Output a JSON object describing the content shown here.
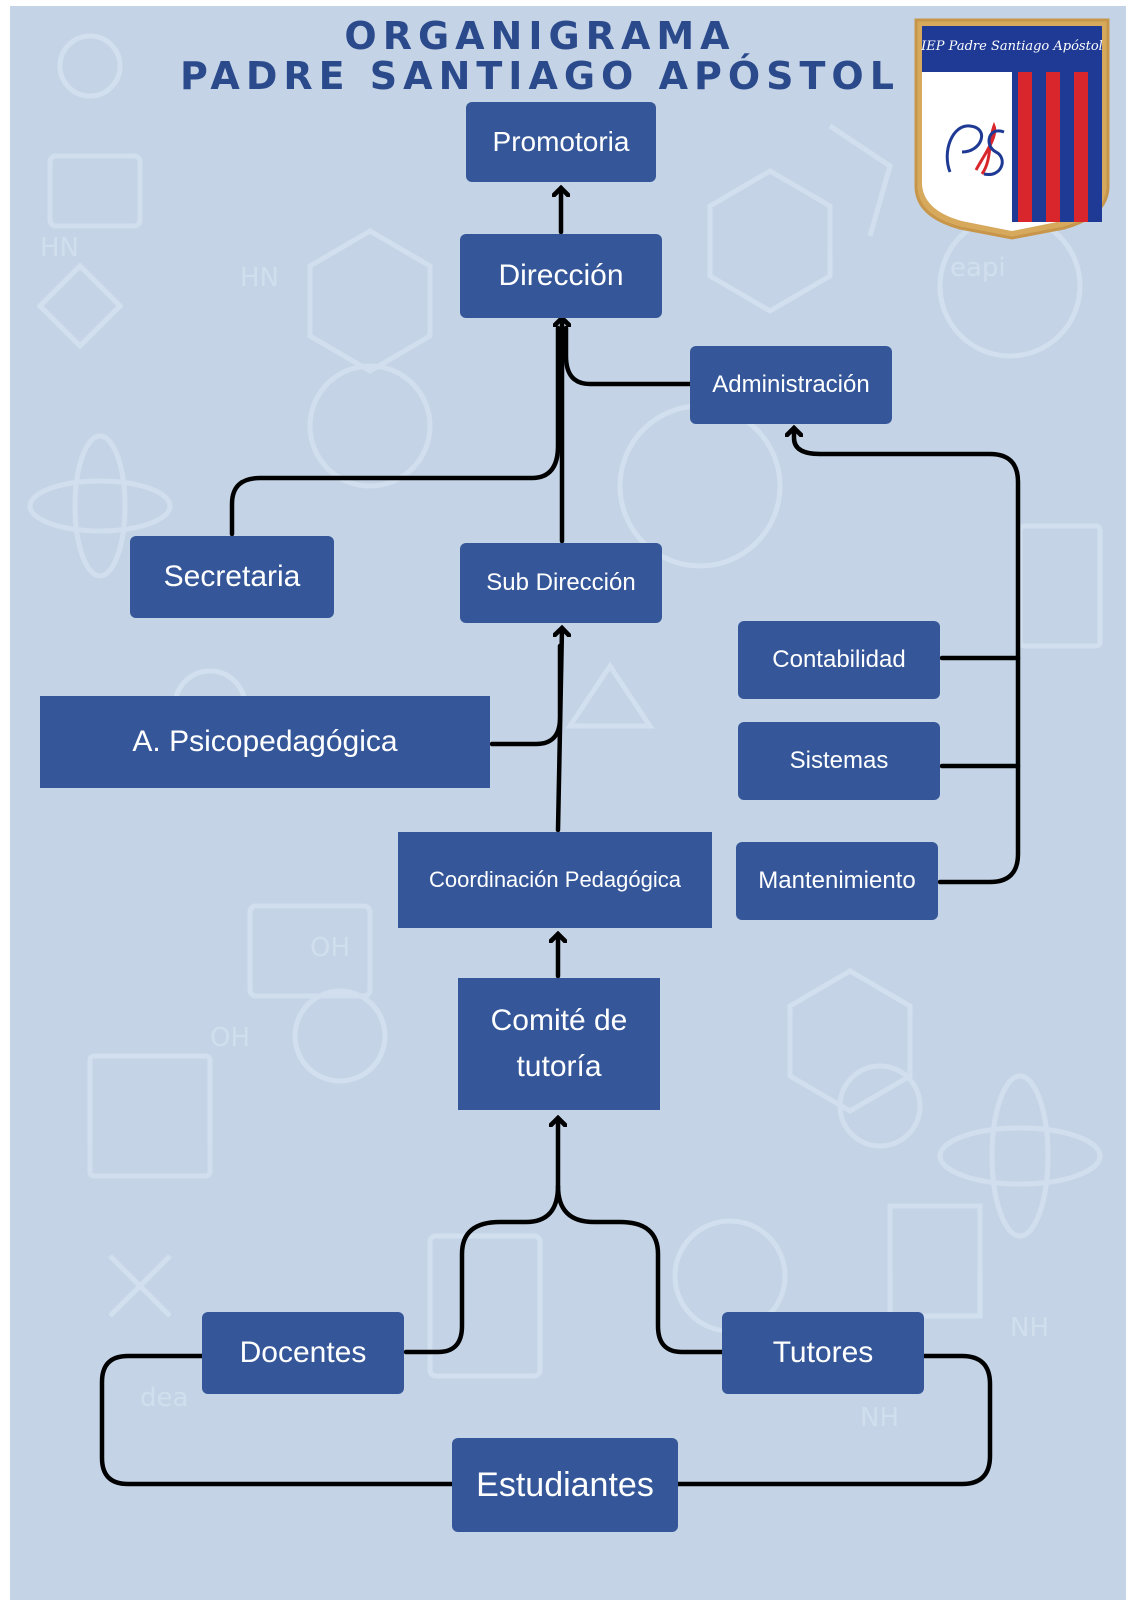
{
  "title": {
    "line1": "ORGANIGRAMA",
    "line2": "PADRE SANTIAGO APÓSTOL"
  },
  "logo": {
    "text": "IEP Padre Santiago Apóstol",
    "initials": "PSA"
  },
  "colors": {
    "background": "#c4d4e6",
    "node": "#35579a",
    "node_text": "#ffffff",
    "title": "#2b4a8c",
    "connector": "#000000",
    "logo_gold": "#d6a95c",
    "logo_blue": "#1f3a94",
    "logo_red": "#d8262c"
  },
  "nodes": {
    "promotoria": "Promotoria",
    "direccion": "Dirección",
    "administracion": "Administración",
    "secretaria": "Secretaria",
    "sub_direccion": "Sub Dirección",
    "psicopedagogica": "A. Psicopedagógica",
    "contabilidad": "Contabilidad",
    "sistemas": "Sistemas",
    "mantenimiento": "Mantenimiento",
    "coordinacion": "Coordinación Pedagógica",
    "comite_line1": "Comité de",
    "comite_line2": "tutoría",
    "docentes": "Docentes",
    "tutores": "Tutores",
    "estudiantes": "Estudiantes"
  }
}
